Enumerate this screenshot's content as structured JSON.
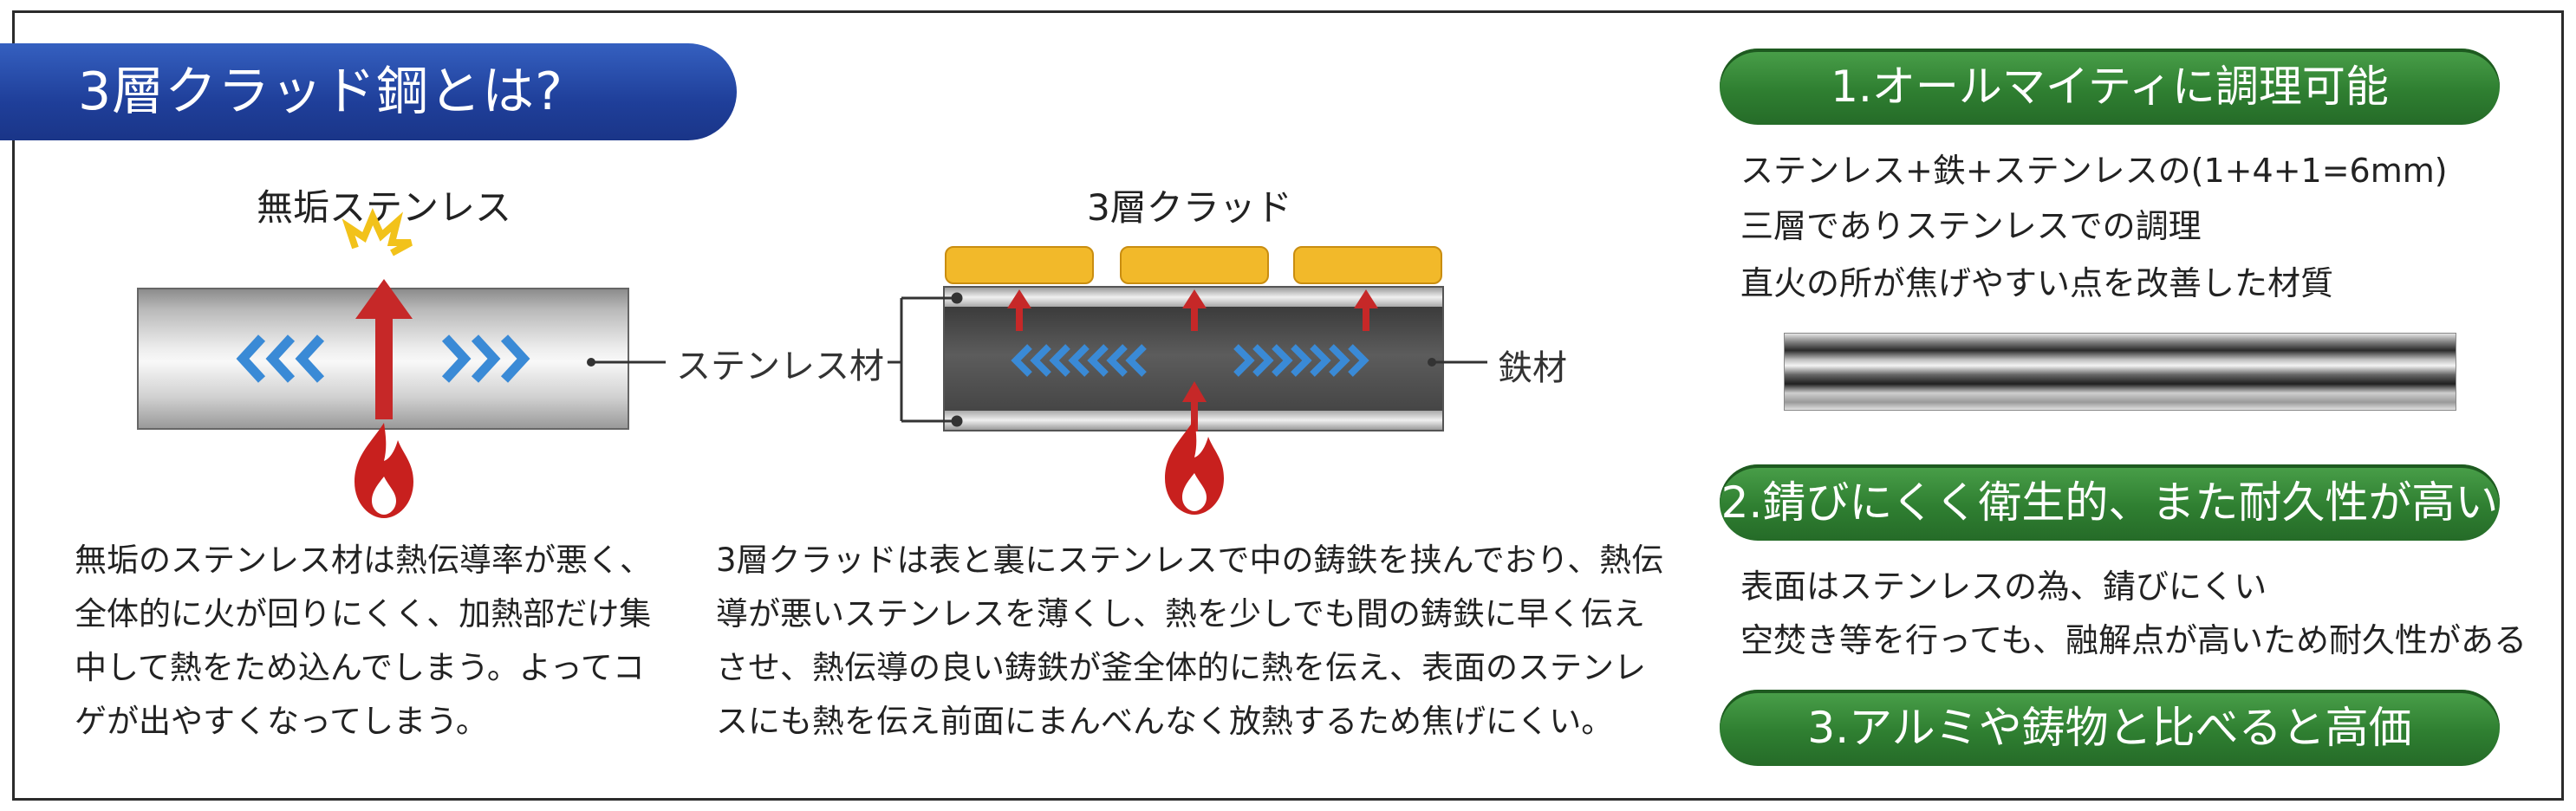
{
  "title": "3層クラッド鋼とは?",
  "left_diagram": {
    "label": "無垢ステンレス",
    "material_label": "ステンレス材",
    "description": "無垢のステンレス材は熱伝導率が悪く、\n全体的に火が回りにくく、加熱部だけ集\n中して熱をため込んでしまう。よってコ\nゲが出やすくなってしまう。"
  },
  "center_diagram": {
    "label": "3層クラッド",
    "iron_label": "鉄材",
    "description": "3層クラッドは表と裏にステンレスで中の鋳鉄を挟んでおり、熱伝\n導が悪いステンレスを薄くし、熱を少しでも間の鋳鉄に早く伝え\nさせ、熱伝導の良い鋳鉄が釜全体的に熱を伝え、表面のステンレ\nスにも熱を伝え前面にまんべんなく放熱するため焦げにくい。"
  },
  "features": [
    {
      "heading": "1.オールマイティに調理可能",
      "lines": [
        "ステンレス+鉄+ステンレスの(1+4+1=6mm)",
        "三層でありステンレスでの調理",
        "直火の所が焦げやすい点を改善した材質"
      ]
    },
    {
      "heading": "2.錆びにくく衛生的、また耐久性が高い",
      "lines": [
        "表面はステンレスの為、錆びにくい",
        "空焚き等を行っても、融解点が高いため耐久性がある"
      ]
    },
    {
      "heading": "3.アルミや鋳物と比べると高価",
      "lines": []
    }
  ],
  "colors": {
    "banner_blue": "#1f3f9a",
    "pill_green": "#2f7f31",
    "heat_arrow_red": "#c62828",
    "spread_arrow_blue": "#3a8ad6",
    "flame_red": "#c8201e",
    "burn_yellow": "#f2c21a",
    "pad_yellow": "#f2b92a"
  },
  "icons": [
    "flame-icon",
    "heat-arrow-icon",
    "spread-chevron-icon",
    "burn-spark-icon"
  ]
}
